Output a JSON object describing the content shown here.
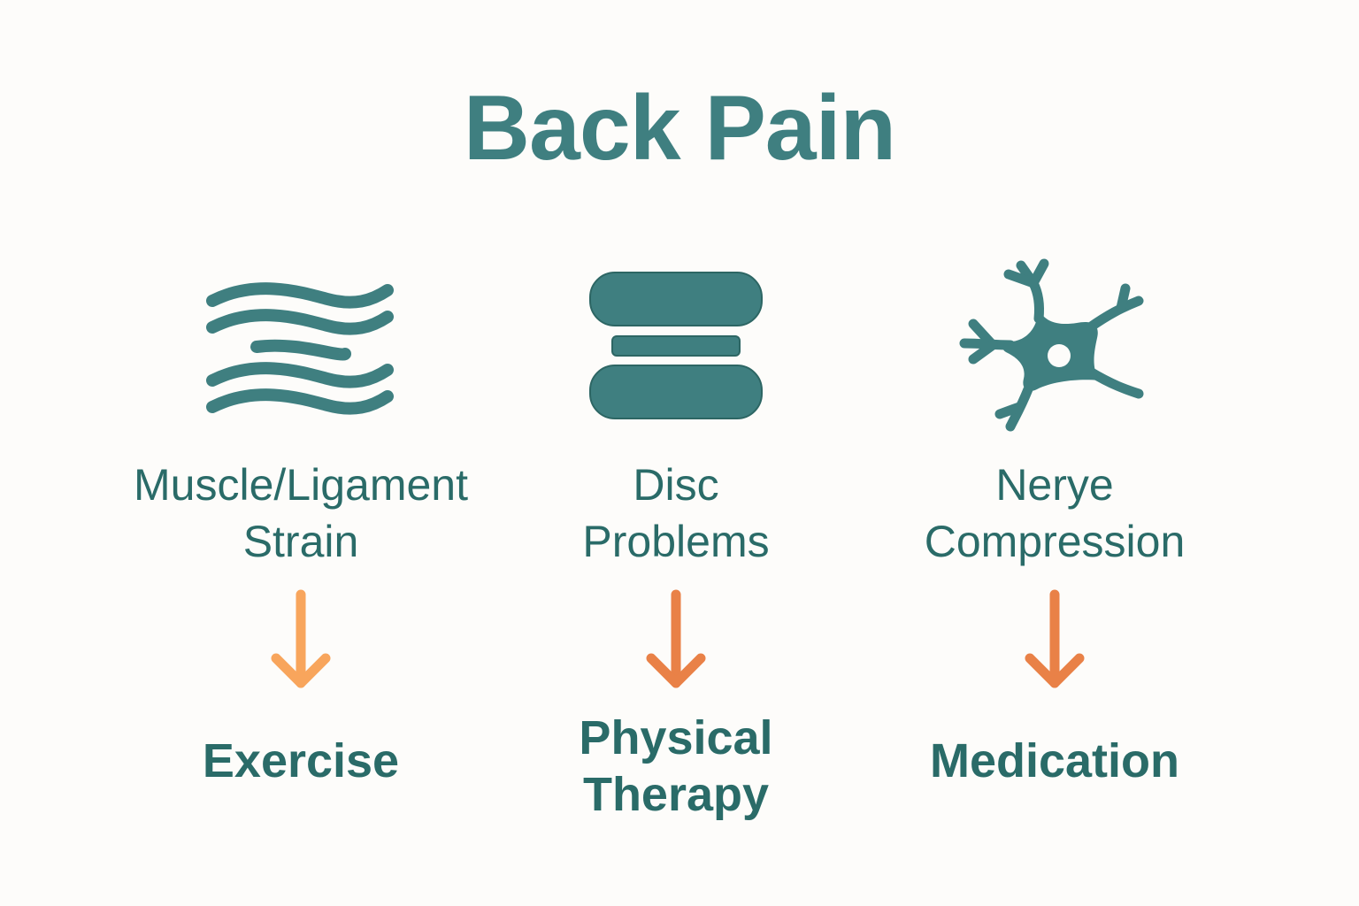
{
  "title": "Back Pain",
  "colors": {
    "background": "#fdfcfa",
    "primary_teal": "#3f7f80",
    "text_teal": "#2a6b68",
    "arrow_light_orange": "#f8a55c",
    "arrow_orange": "#e98147"
  },
  "columns": [
    {
      "icon": "muscle-fibers-icon",
      "cause": [
        "Muscle/Ligament",
        "Strain"
      ],
      "arrow_icon": "arrow-down-icon",
      "arrow_color": "#f8a55c",
      "treatment": [
        "Exercise"
      ]
    },
    {
      "icon": "spinal-disc-icon",
      "cause": [
        "Disc",
        "Problems"
      ],
      "arrow_icon": "arrow-down-icon",
      "arrow_color": "#e98147",
      "treatment": [
        "Physical",
        "Therapy"
      ]
    },
    {
      "icon": "nerve-cell-icon",
      "cause": [
        "Nerye",
        "Compression"
      ],
      "arrow_icon": "arrow-down-icon",
      "arrow_color": "#e98147",
      "treatment": [
        "Medication"
      ]
    }
  ]
}
